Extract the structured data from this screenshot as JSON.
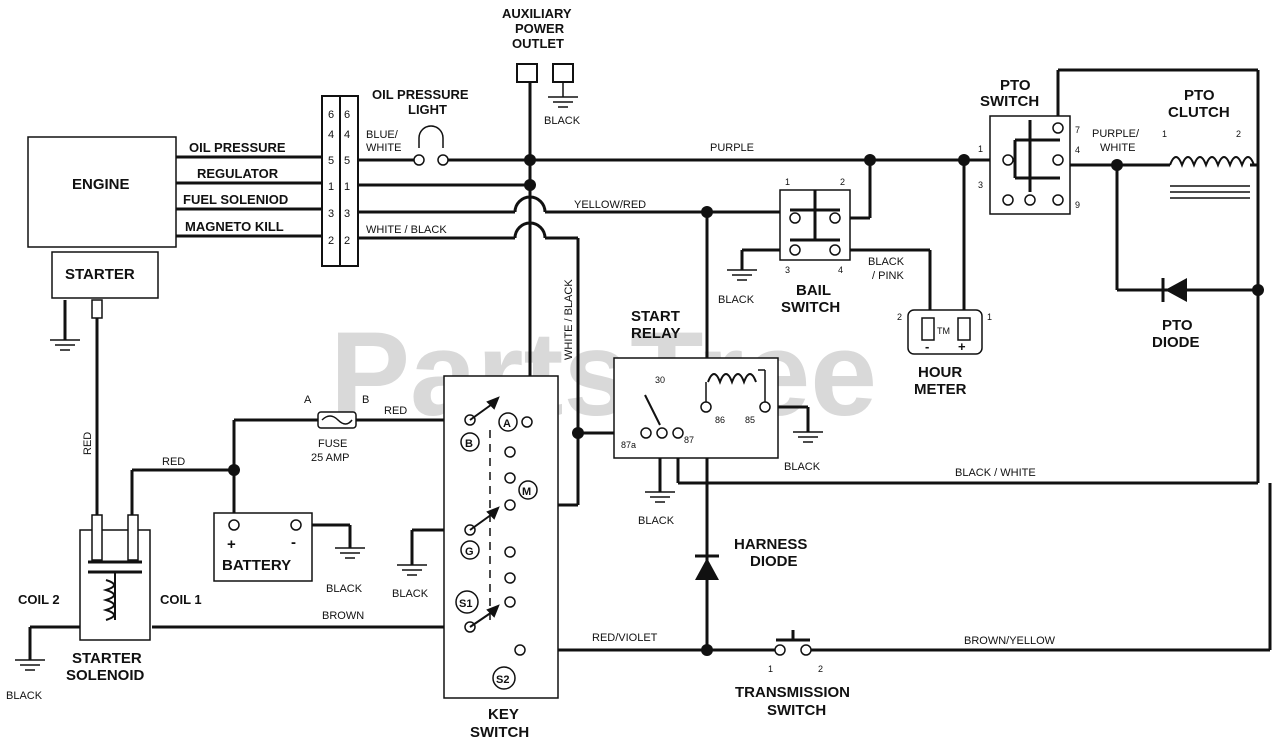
{
  "watermark": "PartsTree",
  "components": {
    "engine": "ENGINE",
    "starter": "STARTER",
    "engine_pins": [
      "OIL PRESSURE",
      "REGULATOR",
      "FUEL SOLENIOD",
      "MAGNETO KILL"
    ],
    "connector_left": [
      "6",
      "4",
      "5",
      "1",
      "3",
      "2"
    ],
    "connector_right": [
      "6",
      "4",
      "5",
      "1",
      "3",
      "2"
    ],
    "aux_outlet": [
      "AUXILIARY",
      "POWER",
      "OUTLET"
    ],
    "oil_light": [
      "OIL PRESSURE",
      "LIGHT"
    ],
    "pto_switch": [
      "PTO",
      "SWITCH"
    ],
    "pto_clutch": [
      "PTO",
      "CLUTCH"
    ],
    "pto_diode": [
      "PTO",
      "DIODE"
    ],
    "bail_switch": [
      "BAIL",
      "SWITCH"
    ],
    "hour_meter": [
      "HOUR",
      "METER"
    ],
    "start_relay": [
      "START",
      "RELAY"
    ],
    "harness_diode": [
      "HARNESS",
      "DIODE"
    ],
    "transmission_switch": [
      "TRANSMISSION",
      "SWITCH"
    ],
    "key_switch": [
      "KEY",
      "SWITCH"
    ],
    "battery": "BATTERY",
    "fuse": [
      "FUSE",
      "25 AMP"
    ],
    "starter_solenoid": [
      "STARTER",
      "SOLENOID"
    ],
    "coil1": "COIL 1",
    "coil2": "COIL 2"
  },
  "terminals": {
    "key": [
      "A",
      "B",
      "M",
      "G",
      "S1",
      "S2"
    ],
    "fuse_a": "A",
    "fuse_b": "B",
    "battery_plus": "+",
    "battery_minus": "-",
    "pto_sw": [
      "7",
      "4",
      "1",
      "3",
      "9"
    ],
    "pto_clutch_1": "1",
    "pto_clutch_2": "2",
    "bail": [
      "1",
      "2",
      "3",
      "4"
    ],
    "hour": [
      "2",
      "1",
      "-",
      "+"
    ],
    "relay": [
      "30",
      "87a",
      "87",
      "86",
      "85"
    ],
    "trans": [
      "1",
      "2"
    ],
    "hour_logo": "TM"
  },
  "wires": {
    "blue_white": [
      "BLUE/",
      "WHITE"
    ],
    "purple": "PURPLE",
    "yellow_red": "YELLOW/RED",
    "white_black_h": "WHITE / BLACK",
    "white_black_v": "WHITE / BLACK",
    "purple_white": [
      "PURPLE/",
      "WHITE"
    ],
    "black_pink": [
      "BLACK",
      "/ PINK"
    ],
    "red_fuse": "RED",
    "red_vertical": "RED",
    "red_sol": "RED",
    "black_white": "BLACK / WHITE",
    "brown": "BROWN",
    "red_violet": "RED/VIOLET",
    "brown_yellow": "BROWN/YELLOW"
  },
  "grounds": {
    "aux": "BLACK",
    "bail": "BLACK",
    "battery": "BLACK",
    "key": "BLACK",
    "relay_87a": "BLACK",
    "relay_85": "BLACK",
    "coil": "BLACK"
  }
}
